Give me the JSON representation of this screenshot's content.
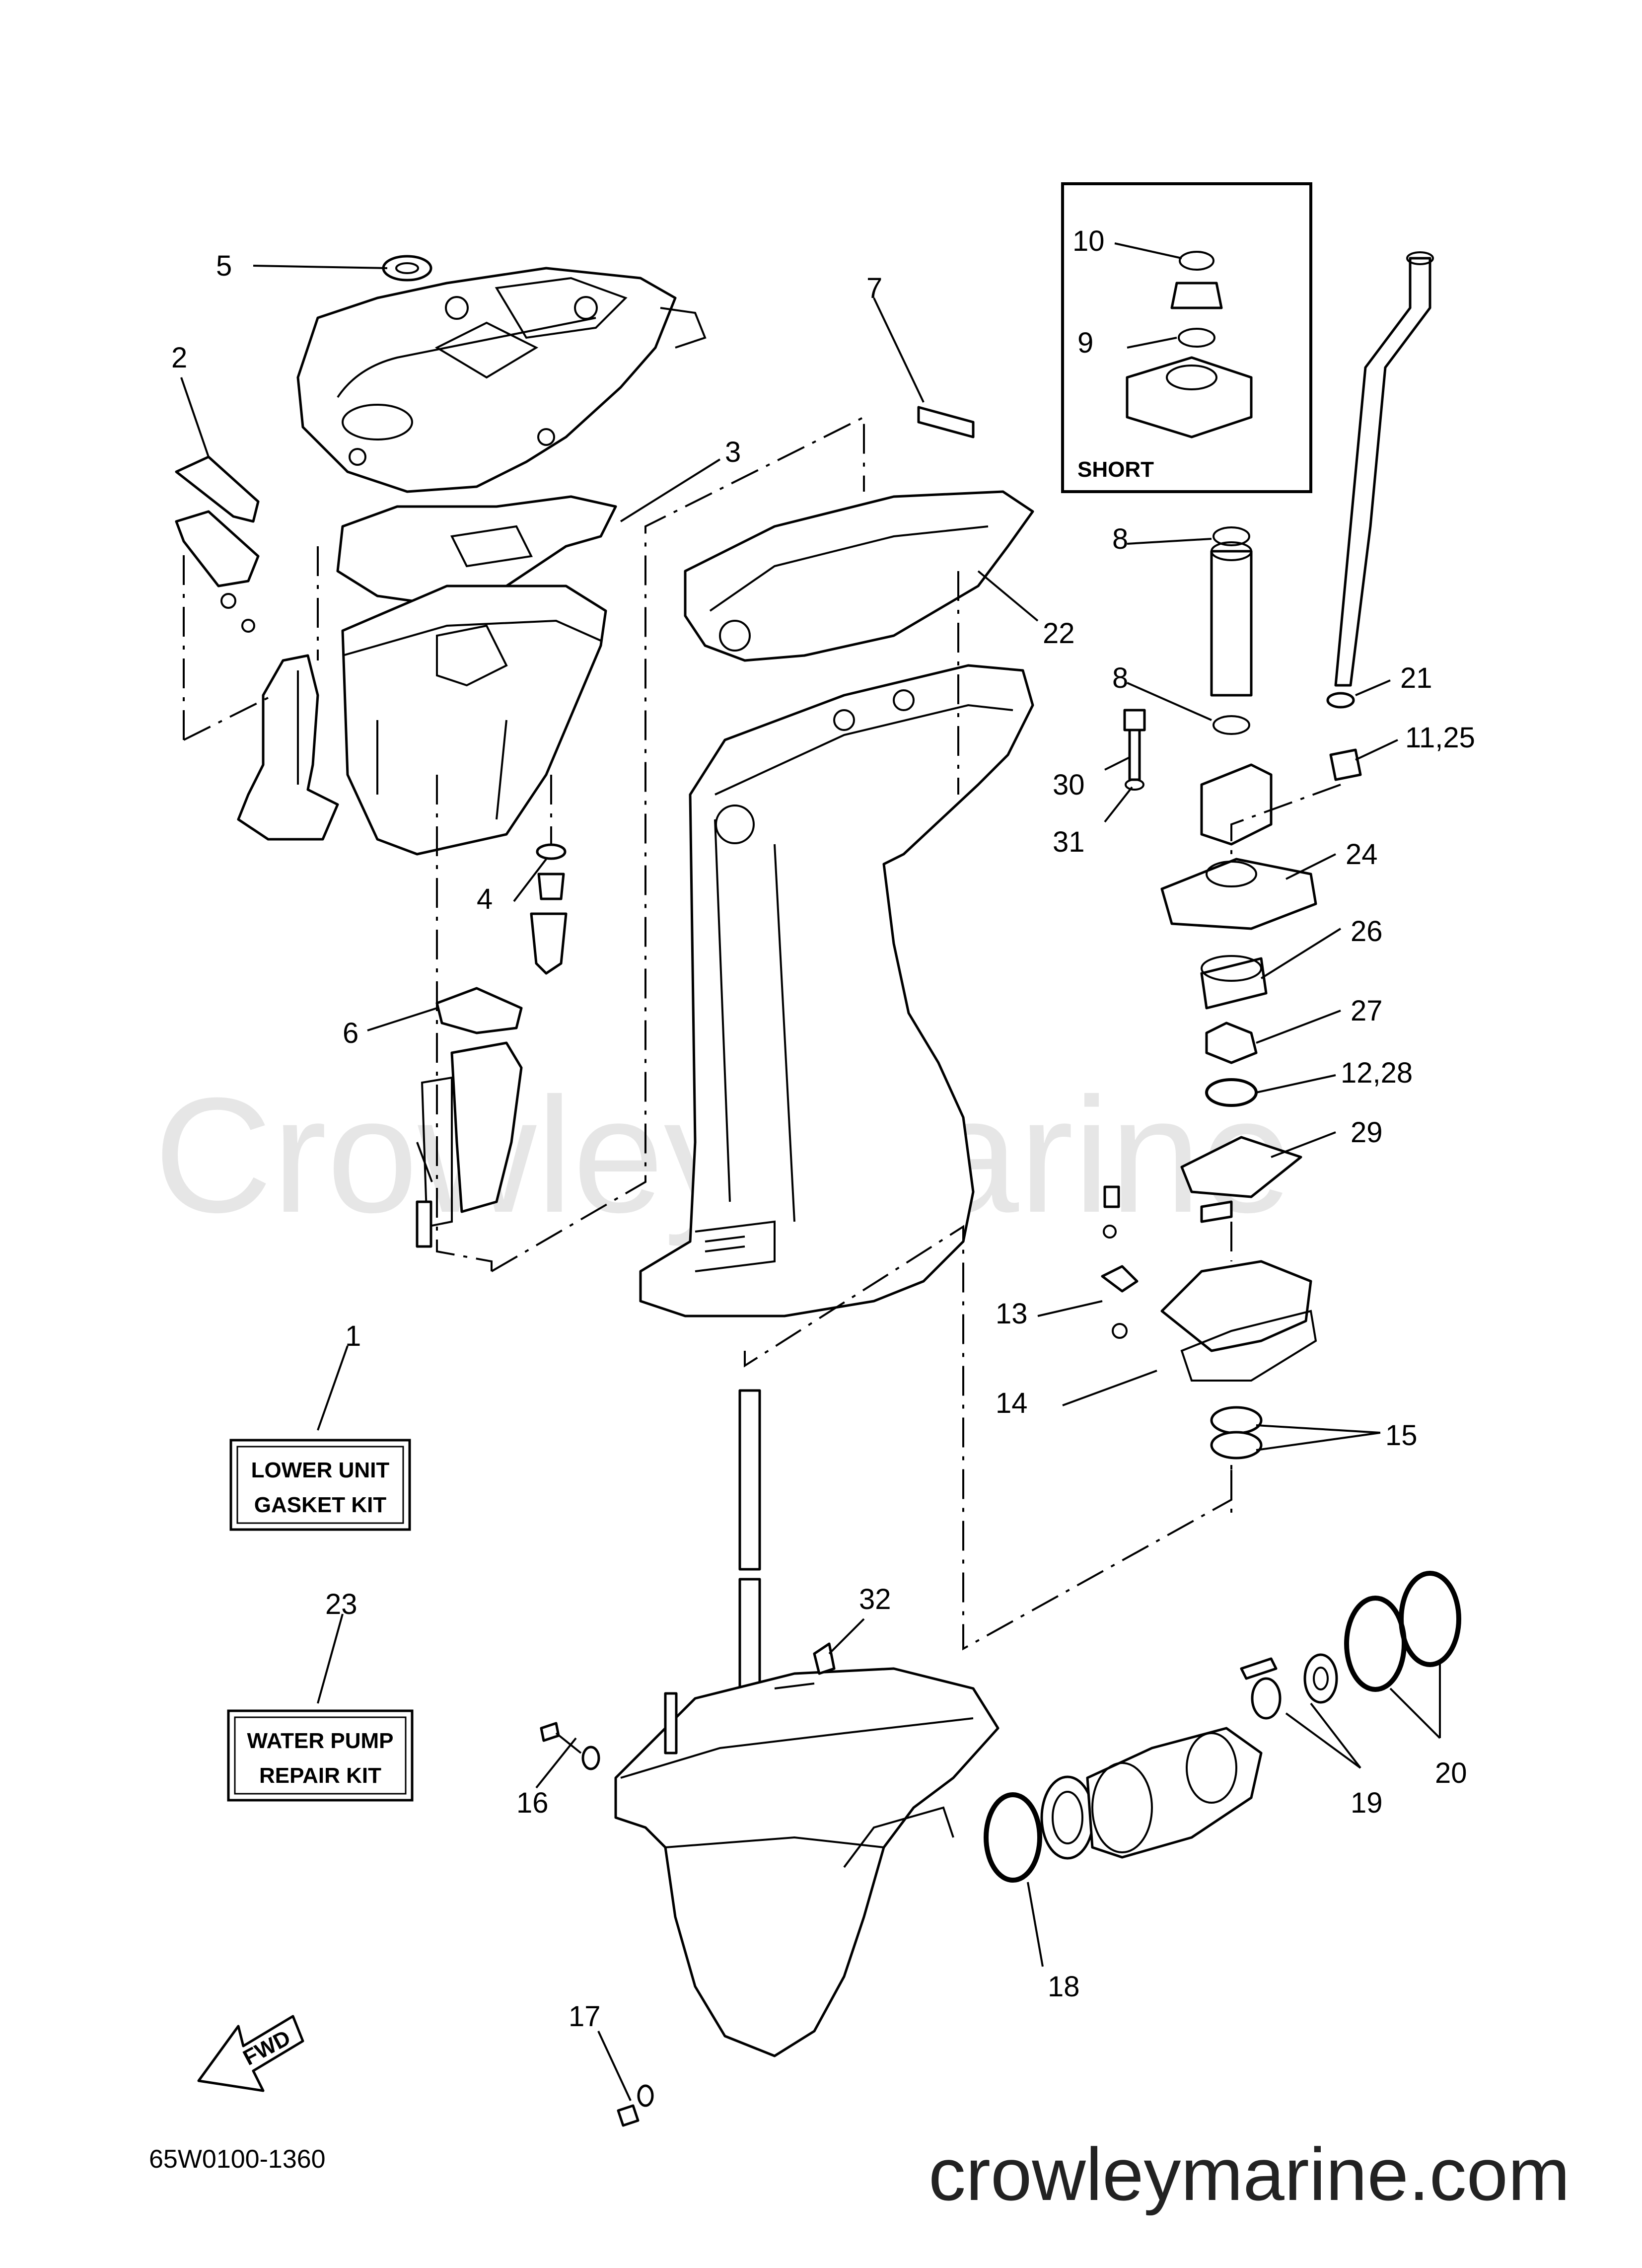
{
  "callouts": [
    "1",
    "2",
    "3",
    "4",
    "5",
    "6",
    "7",
    "8",
    "8",
    "9",
    "10",
    "11,25",
    "12,28",
    "13",
    "14",
    "15",
    "16",
    "17",
    "18",
    "19",
    "20",
    "21",
    "22",
    "23",
    "24",
    "26",
    "27",
    "29",
    "30",
    "31",
    "32"
  ],
  "short_box": {
    "label": "SHORT"
  },
  "kit_boxes": {
    "lower_unit": {
      "line1": "LOWER UNIT",
      "line2": "GASKET KIT"
    },
    "water_pump": {
      "line1": "WATER PUMP",
      "line2": "REPAIR KIT"
    }
  },
  "fwd_label": "FWD",
  "diagram_code": "65W0100-1360",
  "watermark": "Crowley Marine",
  "site_footer": "crowleymarine.com"
}
